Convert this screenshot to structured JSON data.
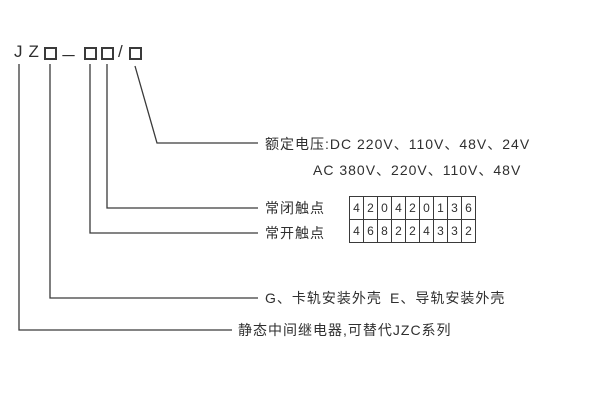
{
  "model_code": {
    "prefix": "JZ",
    "dash": "－",
    "slash": "/"
  },
  "labels": {
    "rated_voltage_dc": "额定电压:DC 220V、110V、48V、24V",
    "rated_voltage_ac": "AC 380V、220V、110V、48V",
    "nc_contacts": "常闭触点",
    "no_contacts": "常开触点",
    "case_g": "G、卡轨安装外壳",
    "case_e": "E、导轨安装外壳",
    "series": "静态中间继电器,可替代JZC系列"
  },
  "table": {
    "rows": [
      [
        "4",
        "2",
        "0",
        "4",
        "2",
        "0",
        "1",
        "3",
        "6"
      ],
      [
        "4",
        "6",
        "8",
        "2",
        "2",
        "4",
        "3",
        "3",
        "2"
      ]
    ]
  },
  "colors": {
    "line": "#3a3a3a",
    "text": "#2f2f2f",
    "background": "#ffffff"
  }
}
